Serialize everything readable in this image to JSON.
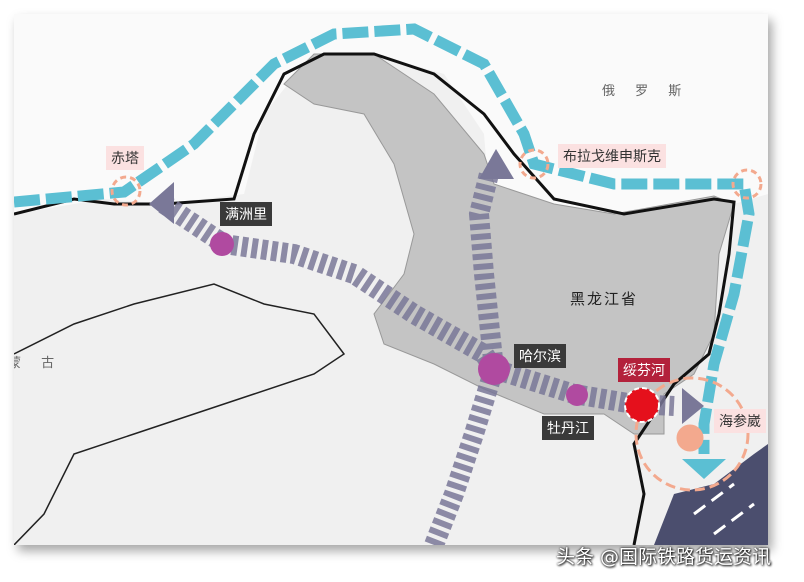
{
  "labels": {
    "chita": "赤塔",
    "manzhouli": "满洲里",
    "russia": "俄 罗 斯",
    "blagoveshchensk": "布拉戈维申斯克",
    "heilongjiang": "黑龙江省",
    "harbin": "哈尔滨",
    "suifenhe": "绥芬河",
    "mudanjiang": "牡丹江",
    "vladivostok": "海参崴",
    "mongolia": "蒙 古"
  },
  "watermark": "头条 @国际铁路货运资讯",
  "colors": {
    "russian_rail": "#5bbfd3",
    "chinese_rail": "#7a7898",
    "province_fill": "#c4c4c4",
    "city_dot": "#b04aa0",
    "suifenhe_dot": "#e5101c",
    "port_circle": "#f3a98e",
    "sea": "#4b4e6e"
  }
}
